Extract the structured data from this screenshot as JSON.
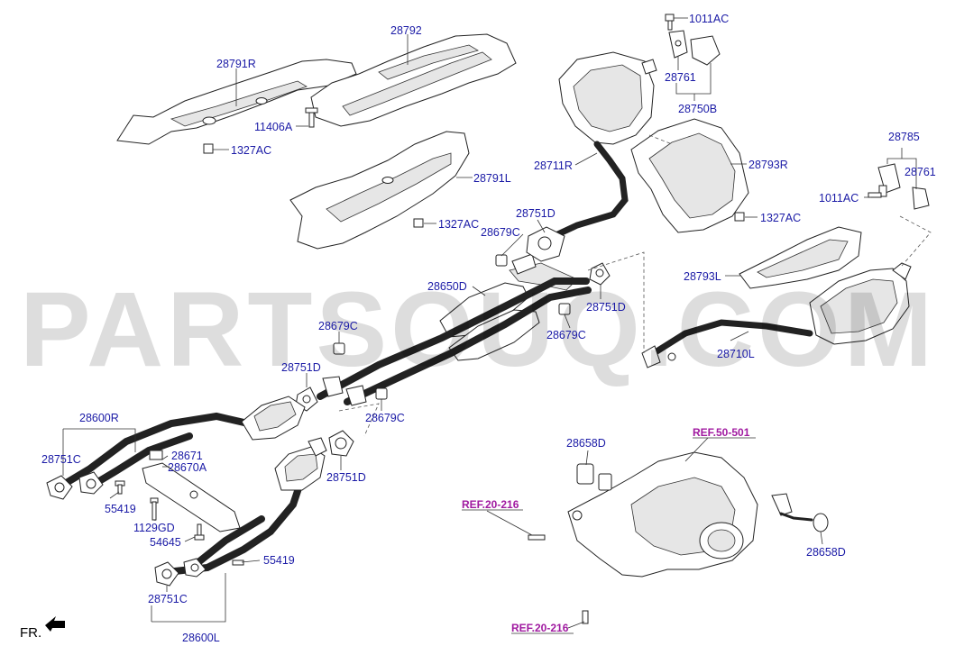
{
  "watermark": "PARTSOUQ.COM",
  "direction_label": "FR.",
  "labels": {
    "l_1011ac_top": "1011AC",
    "l_28761_top": "28761",
    "l_28750b": "28750B",
    "l_28792": "28792",
    "l_28791r": "28791R",
    "l_11406a": "11406A",
    "l_1327ac_a": "1327AC",
    "l_28791l": "28791L",
    "l_1327ac_b": "1327AC",
    "l_28711r": "28711R",
    "l_28793r": "28793R",
    "l_1327ac_c": "1327AC",
    "l_28785": "28785",
    "l_28761_right": "28761",
    "l_1011ac_right": "1011AC",
    "l_28751d_a": "28751D",
    "l_28679c_a": "28679C",
    "l_28650d": "28650D",
    "l_28751d_b": "28751D",
    "l_28679c_b": "28679C",
    "l_28679c_c": "28679C",
    "l_28751d_c": "28751D",
    "l_28679c_d": "28679C",
    "l_28793l": "28793L",
    "l_28710l": "28710L",
    "l_28600r": "28600R",
    "l_28751c_a": "28751C",
    "l_28671": "28671",
    "l_28670a": "28670A",
    "l_55419_a": "55419",
    "l_1129gd": "1129GD",
    "l_54645": "54645",
    "l_55419_b": "55419",
    "l_28751c_b": "28751C",
    "l_28600l": "28600L",
    "l_28751d_d": "28751D",
    "l_28658d_a": "28658D",
    "l_28658d_b": "28658D"
  },
  "refs": {
    "ref_50_501": "REF.50-501",
    "ref_20_216_a": "REF.20-216",
    "ref_20_216_b": "REF.20-216"
  }
}
